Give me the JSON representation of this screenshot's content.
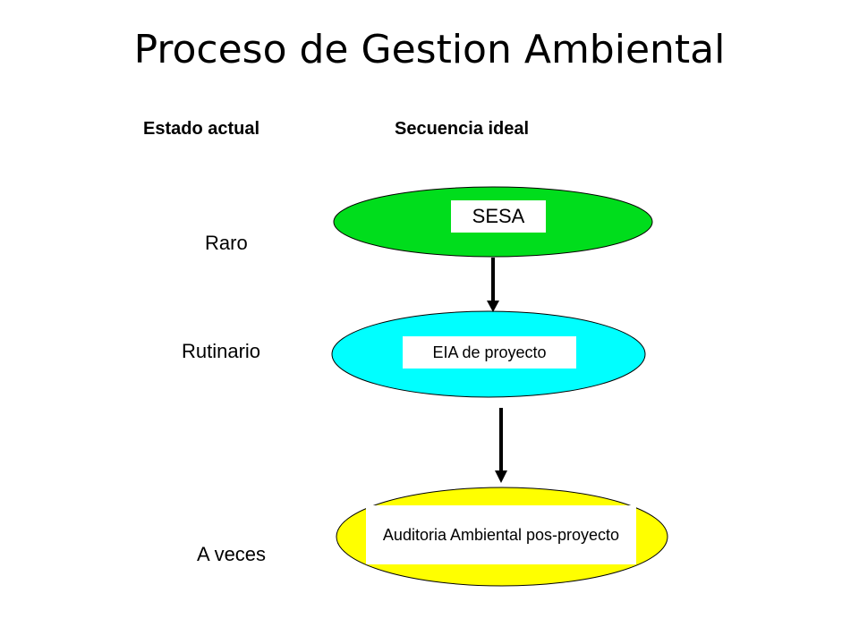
{
  "title": "Proceso de Gestion Ambiental",
  "headers": {
    "current_state": "Estado actual",
    "ideal_sequence": "Secuencia ideal"
  },
  "states": {
    "rare": "Raro",
    "routine": "Rutinario",
    "sometimes": "A veces"
  },
  "nodes": {
    "sesa": {
      "label": "SESA",
      "fill": "#00dd1c"
    },
    "eia": {
      "label": "EIA de proyecto",
      "fill": "#00ffff"
    },
    "audit": {
      "label": "Auditoria Ambiental pos-proyecto",
      "fill": "#ffff00"
    }
  }
}
